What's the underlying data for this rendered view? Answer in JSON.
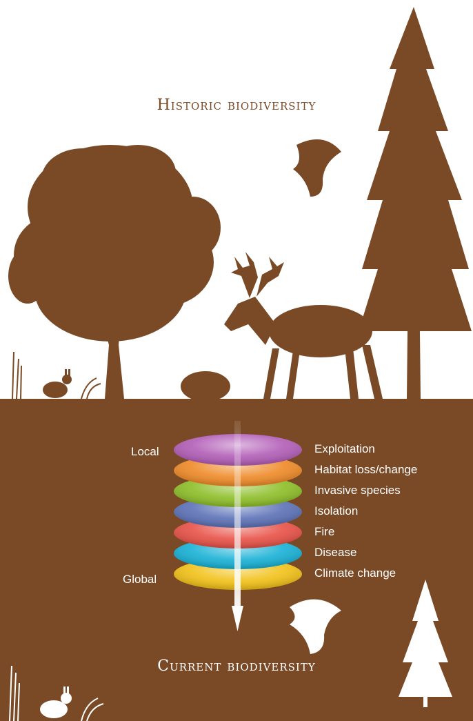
{
  "title_top": "Historic biodiversity",
  "title_bottom": "Current biodiversity",
  "scale_labels": {
    "local": "Local",
    "global": "Global"
  },
  "threats": [
    {
      "label": "Exploitation",
      "color": "#b360b8"
    },
    {
      "label": "Habitat loss/change",
      "color": "#ef8c2c"
    },
    {
      "label": "Invasive species",
      "color": "#8fbf2c"
    },
    {
      "label": "Isolation",
      "color": "#5f74b8"
    },
    {
      "label": "Fire",
      "color": "#e8544a"
    },
    {
      "label": "Disease",
      "color": "#1cb2d6"
    },
    {
      "label": "Climate change",
      "color": "#f2c21c"
    }
  ],
  "colors": {
    "silhouette": "#7a4a26",
    "ground": "#7a4a26",
    "background": "#ffffff",
    "light": "#ffffff"
  },
  "icons": [
    "oak-tree-icon",
    "pine-tree-icon",
    "caribou-icon",
    "bird-icon",
    "rabbit-icon",
    "grass-icon",
    "shrub-icon",
    "small-pine-icon",
    "down-arrow-icon"
  ]
}
